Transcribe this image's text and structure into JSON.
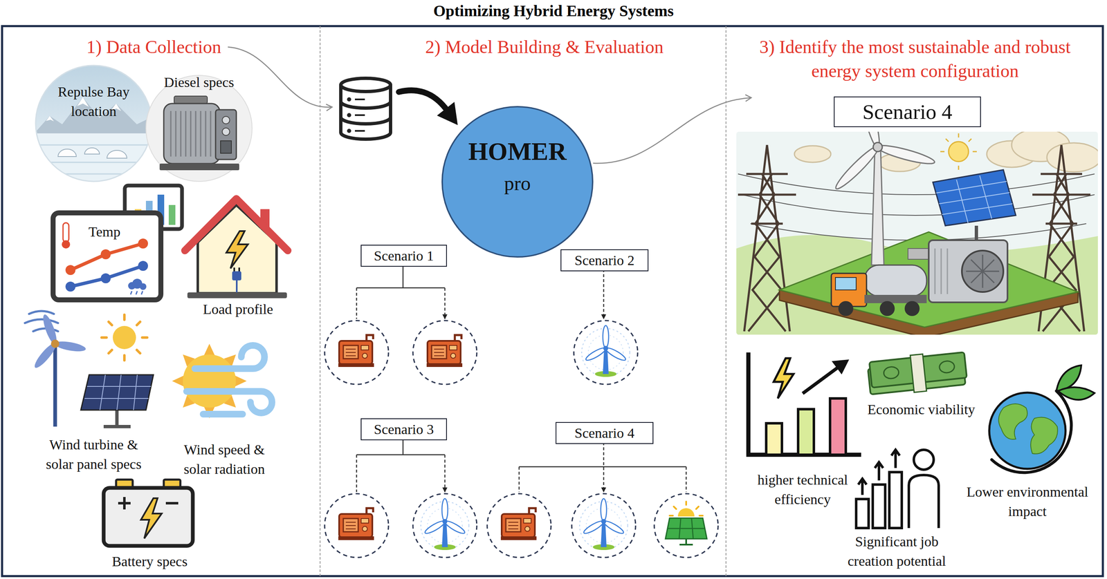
{
  "diagram": {
    "title": "Optimizing Hybrid Energy Systems",
    "nodes": [
      {
        "text": [
          "1) Data Collection"
        ]
      },
      {
        "text": [
          "2) Model Building & Evaluation"
        ]
      },
      {
        "text": [
          "HOMER",
          "pro"
        ],
        "in": 1
      },
      {
        "text": [
          "Scenario 1"
        ],
        "in": 1
      },
      {
        "text": [
          "Scenario 2"
        ],
        "in": 1
      },
      {
        "text": [
          "Scenario 3"
        ],
        "in": 1
      },
      {
        "text": [
          "Scenario 4"
        ],
        "in": 1
      },
      {
        "text": [
          "3) Identify the most sustainable and robust energy system configuration"
        ]
      },
      {
        "text": [
          "Scenario 4"
        ],
        "in": 7
      }
    ],
    "edges": [
      {
        "from": 0,
        "to": 1,
        "arrow": "to"
      },
      {
        "from": 2,
        "to": 7,
        "arrow": "to"
      }
    ],
    "labels": [
      "Repulse Bay location",
      "Diesel specs",
      "Temp",
      "Load profile",
      "Wind turbine & solar panel specs",
      "Wind speed & solar radiation",
      "Battery specs",
      "higher technical efficiency",
      "Economic viability",
      "Significant job creation potential",
      "Lower environmental impact"
    ]
  }
}
